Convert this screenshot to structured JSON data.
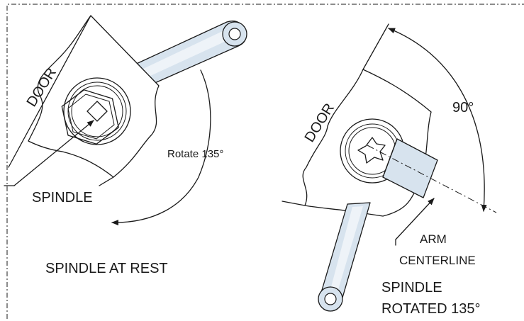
{
  "diagram": {
    "left": {
      "door_label": "DOOR",
      "spindle_label": "SPINDLE",
      "rotate_label": "Rotate 135°",
      "caption": "SPINDLE AT REST"
    },
    "right": {
      "door_label": "DOOR",
      "angle_label": "90°",
      "arm_label_line1": "ARM",
      "arm_label_line2": "CENTERLINE",
      "caption_line1": "SPINDLE",
      "caption_line2": "ROTATED 135°"
    }
  }
}
